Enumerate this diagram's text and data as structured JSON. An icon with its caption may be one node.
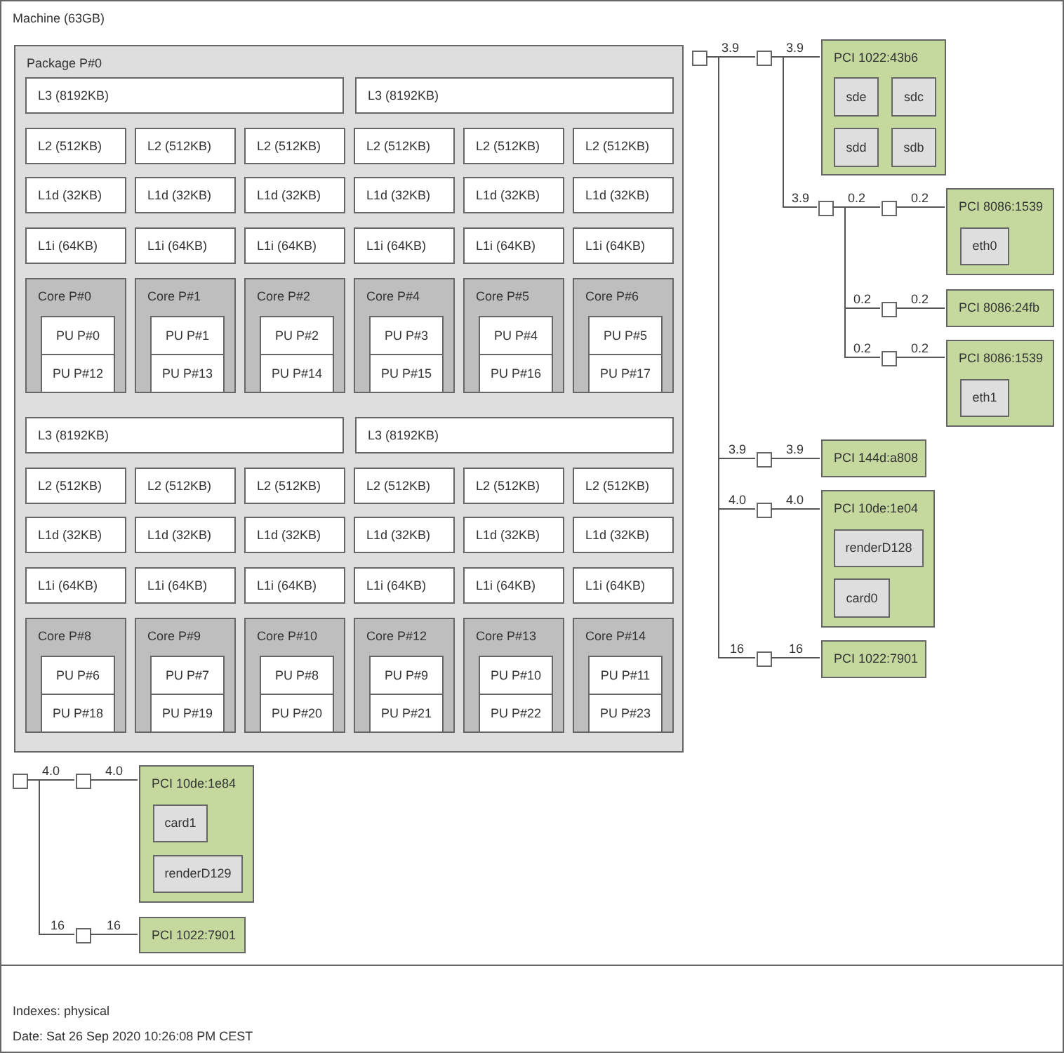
{
  "diagram": {
    "nodes": [
      {
        "text": [
          "Machine (63GB)"
        ]
      },
      {
        "text": [
          "Package P#0"
        ],
        "in": 0
      },
      {
        "text": [
          "L3 (8192KB)"
        ],
        "in": 1
      },
      {
        "text": [
          "L3 (8192KB)"
        ],
        "in": 1
      },
      {
        "text": [
          "L2 (512KB)"
        ],
        "in": 1
      },
      {
        "text": [
          "L2 (512KB)"
        ],
        "in": 1
      },
      {
        "text": [
          "L2 (512KB)"
        ],
        "in": 1
      },
      {
        "text": [
          "L2 (512KB)"
        ],
        "in": 1
      },
      {
        "text": [
          "L2 (512KB)"
        ],
        "in": 1
      },
      {
        "text": [
          "L2 (512KB)"
        ],
        "in": 1
      },
      {
        "text": [
          "L1d (32KB)"
        ],
        "in": 1
      },
      {
        "text": [
          "L1d (32KB)"
        ],
        "in": 1
      },
      {
        "text": [
          "L1d (32KB)"
        ],
        "in": 1
      },
      {
        "text": [
          "L1d (32KB)"
        ],
        "in": 1
      },
      {
        "text": [
          "L1d (32KB)"
        ],
        "in": 1
      },
      {
        "text": [
          "L1d (32KB)"
        ],
        "in": 1
      },
      {
        "text": [
          "L1i (64KB)"
        ],
        "in": 1
      },
      {
        "text": [
          "L1i (64KB)"
        ],
        "in": 1
      },
      {
        "text": [
          "L1i (64KB)"
        ],
        "in": 1
      },
      {
        "text": [
          "L1i (64KB)"
        ],
        "in": 1
      },
      {
        "text": [
          "L1i (64KB)"
        ],
        "in": 1
      },
      {
        "text": [
          "L1i (64KB)"
        ],
        "in": 1
      },
      {
        "text": [
          "Core P#0"
        ],
        "in": 1
      },
      {
        "text": [
          "PU P#0"
        ],
        "in": 22
      },
      {
        "text": [
          "PU P#12"
        ],
        "in": 22
      },
      {
        "text": [
          "Core P#1"
        ],
        "in": 1
      },
      {
        "text": [
          "PU P#1"
        ],
        "in": 25
      },
      {
        "text": [
          "PU P#13"
        ],
        "in": 25
      },
      {
        "text": [
          "Core P#2"
        ],
        "in": 1
      },
      {
        "text": [
          "PU P#2"
        ],
        "in": 28
      },
      {
        "text": [
          "PU P#14"
        ],
        "in": 28
      },
      {
        "text": [
          "Core P#4"
        ],
        "in": 1
      },
      {
        "text": [
          "PU P#3"
        ],
        "in": 31
      },
      {
        "text": [
          "PU P#15"
        ],
        "in": 31
      },
      {
        "text": [
          "Core P#5"
        ],
        "in": 1
      },
      {
        "text": [
          "PU P#4"
        ],
        "in": 34
      },
      {
        "text": [
          "PU P#16"
        ],
        "in": 34
      },
      {
        "text": [
          "Core P#6"
        ],
        "in": 1
      },
      {
        "text": [
          "PU P#5"
        ],
        "in": 37
      },
      {
        "text": [
          "PU P#17"
        ],
        "in": 37
      },
      {
        "text": [
          "L3 (8192KB)"
        ],
        "in": 1
      },
      {
        "text": [
          "L3 (8192KB)"
        ],
        "in": 1
      },
      {
        "text": [
          "L2 (512KB)"
        ],
        "in": 1
      },
      {
        "text": [
          "L2 (512KB)"
        ],
        "in": 1
      },
      {
        "text": [
          "L2 (512KB)"
        ],
        "in": 1
      },
      {
        "text": [
          "L2 (512KB)"
        ],
        "in": 1
      },
      {
        "text": [
          "L2 (512KB)"
        ],
        "in": 1
      },
      {
        "text": [
          "L2 (512KB)"
        ],
        "in": 1
      },
      {
        "text": [
          "L1d (32KB)"
        ],
        "in": 1
      },
      {
        "text": [
          "L1d (32KB)"
        ],
        "in": 1
      },
      {
        "text": [
          "L1d (32KB)"
        ],
        "in": 1
      },
      {
        "text": [
          "L1d (32KB)"
        ],
        "in": 1
      },
      {
        "text": [
          "L1d (32KB)"
        ],
        "in": 1
      },
      {
        "text": [
          "L1d (32KB)"
        ],
        "in": 1
      },
      {
        "text": [
          "L1i (64KB)"
        ],
        "in": 1
      },
      {
        "text": [
          "L1i (64KB)"
        ],
        "in": 1
      },
      {
        "text": [
          "L1i (64KB)"
        ],
        "in": 1
      },
      {
        "text": [
          "L1i (64KB)"
        ],
        "in": 1
      },
      {
        "text": [
          "L1i (64KB)"
        ],
        "in": 1
      },
      {
        "text": [
          "L1i (64KB)"
        ],
        "in": 1
      },
      {
        "text": [
          "Core P#8"
        ],
        "in": 1
      },
      {
        "text": [
          "PU P#6"
        ],
        "in": 60
      },
      {
        "text": [
          "PU P#18"
        ],
        "in": 60
      },
      {
        "text": [
          "Core P#9"
        ],
        "in": 1
      },
      {
        "text": [
          "PU P#7"
        ],
        "in": 63
      },
      {
        "text": [
          "PU P#19"
        ],
        "in": 63
      },
      {
        "text": [
          "Core P#10"
        ],
        "in": 1
      },
      {
        "text": [
          "PU P#8"
        ],
        "in": 66
      },
      {
        "text": [
          "PU P#20"
        ],
        "in": 66
      },
      {
        "text": [
          "Core P#12"
        ],
        "in": 1
      },
      {
        "text": [
          "PU P#9"
        ],
        "in": 69
      },
      {
        "text": [
          "PU P#21"
        ],
        "in": 69
      },
      {
        "text": [
          "Core P#13"
        ],
        "in": 1
      },
      {
        "text": [
          "PU P#10"
        ],
        "in": 72
      },
      {
        "text": [
          "PU P#22"
        ],
        "in": 72
      },
      {
        "text": [
          "Core P#14"
        ],
        "in": 1
      },
      {
        "text": [
          "PU P#11"
        ],
        "in": 75
      },
      {
        "text": [
          "PU P#23"
        ],
        "in": 75
      },
      {
        "text": [],
        "shape": "box",
        "in": 0
      },
      {
        "text": [],
        "shape": "box",
        "in": 0
      },
      {
        "text": [
          "PCI 1022:43b6"
        ],
        "in": 0
      },
      {
        "text": [
          "sde"
        ],
        "in": 80
      },
      {
        "text": [
          "sdc"
        ],
        "in": 80
      },
      {
        "text": [
          "sdd"
        ],
        "in": 80
      },
      {
        "text": [
          "sdb"
        ],
        "in": 80
      },
      {
        "text": [],
        "shape": "box",
        "in": 0
      },
      {
        "text": [],
        "shape": "box",
        "in": 0
      },
      {
        "text": [
          "PCI 8086:1539"
        ],
        "in": 0
      },
      {
        "text": [
          "eth0"
        ],
        "in": 87
      },
      {
        "text": [],
        "shape": "box",
        "in": 0
      },
      {
        "text": [
          "PCI 8086:24fb"
        ],
        "in": 0
      },
      {
        "text": [],
        "shape": "box",
        "in": 0
      },
      {
        "text": [
          "PCI 8086:1539"
        ],
        "in": 0
      },
      {
        "text": [
          "eth1"
        ],
        "in": 92
      },
      {
        "text": [],
        "shape": "box",
        "in": 0
      },
      {
        "text": [
          "PCI 144d:a808"
        ],
        "in": 0
      },
      {
        "text": [],
        "shape": "box",
        "in": 0
      },
      {
        "text": [
          "PCI 10de:1e04"
        ],
        "in": 0
      },
      {
        "text": [
          "renderD128"
        ],
        "in": 97
      },
      {
        "text": [
          "card0"
        ],
        "in": 97
      },
      {
        "text": [],
        "shape": "box",
        "in": 0
      },
      {
        "text": [
          "PCI 1022:7901"
        ],
        "in": 0
      },
      {
        "text": [],
        "shape": "box",
        "in": 0
      },
      {
        "text": [],
        "shape": "box",
        "in": 0
      },
      {
        "text": [
          "PCI 10de:1e84"
        ],
        "in": 0
      },
      {
        "text": [
          "card1"
        ],
        "in": 104
      },
      {
        "text": [
          "renderD129"
        ],
        "in": 104
      },
      {
        "text": [],
        "shape": "box",
        "in": 0
      },
      {
        "text": [
          "PCI 1022:7901"
        ],
        "in": 0
      }
    ],
    "edges": [
      {
        "from": 78,
        "to": 79,
        "arrow": "none",
        "label": "3.9"
      },
      {
        "from": 79,
        "to": 80,
        "arrow": "none",
        "label": "3.9"
      },
      {
        "from": 79,
        "to": 85,
        "arrow": "none",
        "label": "3.9"
      },
      {
        "from": 85,
        "to": 86,
        "arrow": "none",
        "label": "0.2"
      },
      {
        "from": 86,
        "to": 87,
        "arrow": "none",
        "label": "0.2"
      },
      {
        "from": 85,
        "to": 89,
        "arrow": "none",
        "label": "0.2"
      },
      {
        "from": 89,
        "to": 90,
        "arrow": "none",
        "label": "0.2"
      },
      {
        "from": 85,
        "to": 91,
        "arrow": "none",
        "label": "0.2"
      },
      {
        "from": 91,
        "to": 92,
        "arrow": "none",
        "label": "0.2"
      },
      {
        "from": 78,
        "to": 94,
        "arrow": "none",
        "label": "3.9"
      },
      {
        "from": 94,
        "to": 95,
        "arrow": "none",
        "label": "3.9"
      },
      {
        "from": 78,
        "to": 96,
        "arrow": "none",
        "label": "4.0"
      },
      {
        "from": 96,
        "to": 97,
        "arrow": "none",
        "label": "4.0"
      },
      {
        "from": 78,
        "to": 100,
        "arrow": "none",
        "label": "16"
      },
      {
        "from": 100,
        "to": 101,
        "arrow": "none",
        "label": "16"
      },
      {
        "from": 102,
        "to": 103,
        "arrow": "none",
        "label": "4.0"
      },
      {
        "from": 103,
        "to": 104,
        "arrow": "none",
        "label": "4.0"
      },
      {
        "from": 102,
        "to": 107,
        "arrow": "none",
        "label": "16"
      },
      {
        "from": 107,
        "to": 108,
        "arrow": "none",
        "label": "16"
      }
    ],
    "labels": [
      "Indexes: physical",
      "Date: Sat 26 Sep 2020 10:26:08 PM CEST"
    ]
  }
}
